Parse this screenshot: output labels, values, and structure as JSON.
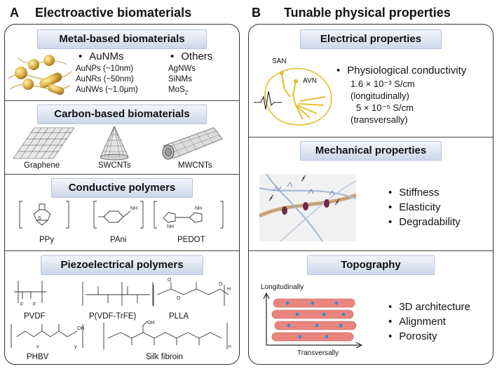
{
  "panel_a": {
    "letter": "A",
    "title": "Electroactive biomaterials",
    "metal": {
      "header": "Metal-based biomaterials",
      "aunms": "AuNMs",
      "aunms_items": [
        "AuNPs (~10nm)",
        "AuNRs (~50nm)",
        "AuNWs (~1.0μm)"
      ],
      "others": "Others",
      "others_items": [
        "AgNWs",
        "SiNMs"
      ],
      "mos2_base": "MoS",
      "mos2_sub": "2"
    },
    "carbon": {
      "header": "Carbon-based biomaterials",
      "labels": [
        "Graphene",
        "SWCNTs",
        "MWCNTs"
      ]
    },
    "conductive": {
      "header": "Conductive polymers",
      "labels": [
        "PPy",
        "PAni",
        "PEDOT"
      ]
    },
    "piezo": {
      "header": "Piezoelectrical polymers",
      "labels": [
        "PVDF",
        "P(VDF-TrFE)",
        "PLLA",
        "PHBV",
        "Silk fibroin"
      ]
    }
  },
  "panel_b": {
    "letter": "B",
    "title": "Tunable physical properties",
    "electrical": {
      "header": "Electrical properties",
      "san": "SAN",
      "avn": "AVN",
      "bullet": "Physiological conductivity",
      "line1": "1.6 × 10⁻³ S/cm",
      "line2": "(longitudinally)",
      "line3": "5 × 10⁻⁵ S/cm",
      "line4": "(transversally)"
    },
    "mechanical": {
      "header": "Mechanical  properties",
      "bullets": [
        "Stiffness",
        "Elasticity",
        "Degradability"
      ]
    },
    "topography": {
      "header": "Topography",
      "axis_y": "Longitudinally",
      "axis_x": "Transversally",
      "bullets": [
        "3D architecture",
        "Alignment",
        "Porosity"
      ]
    }
  }
}
